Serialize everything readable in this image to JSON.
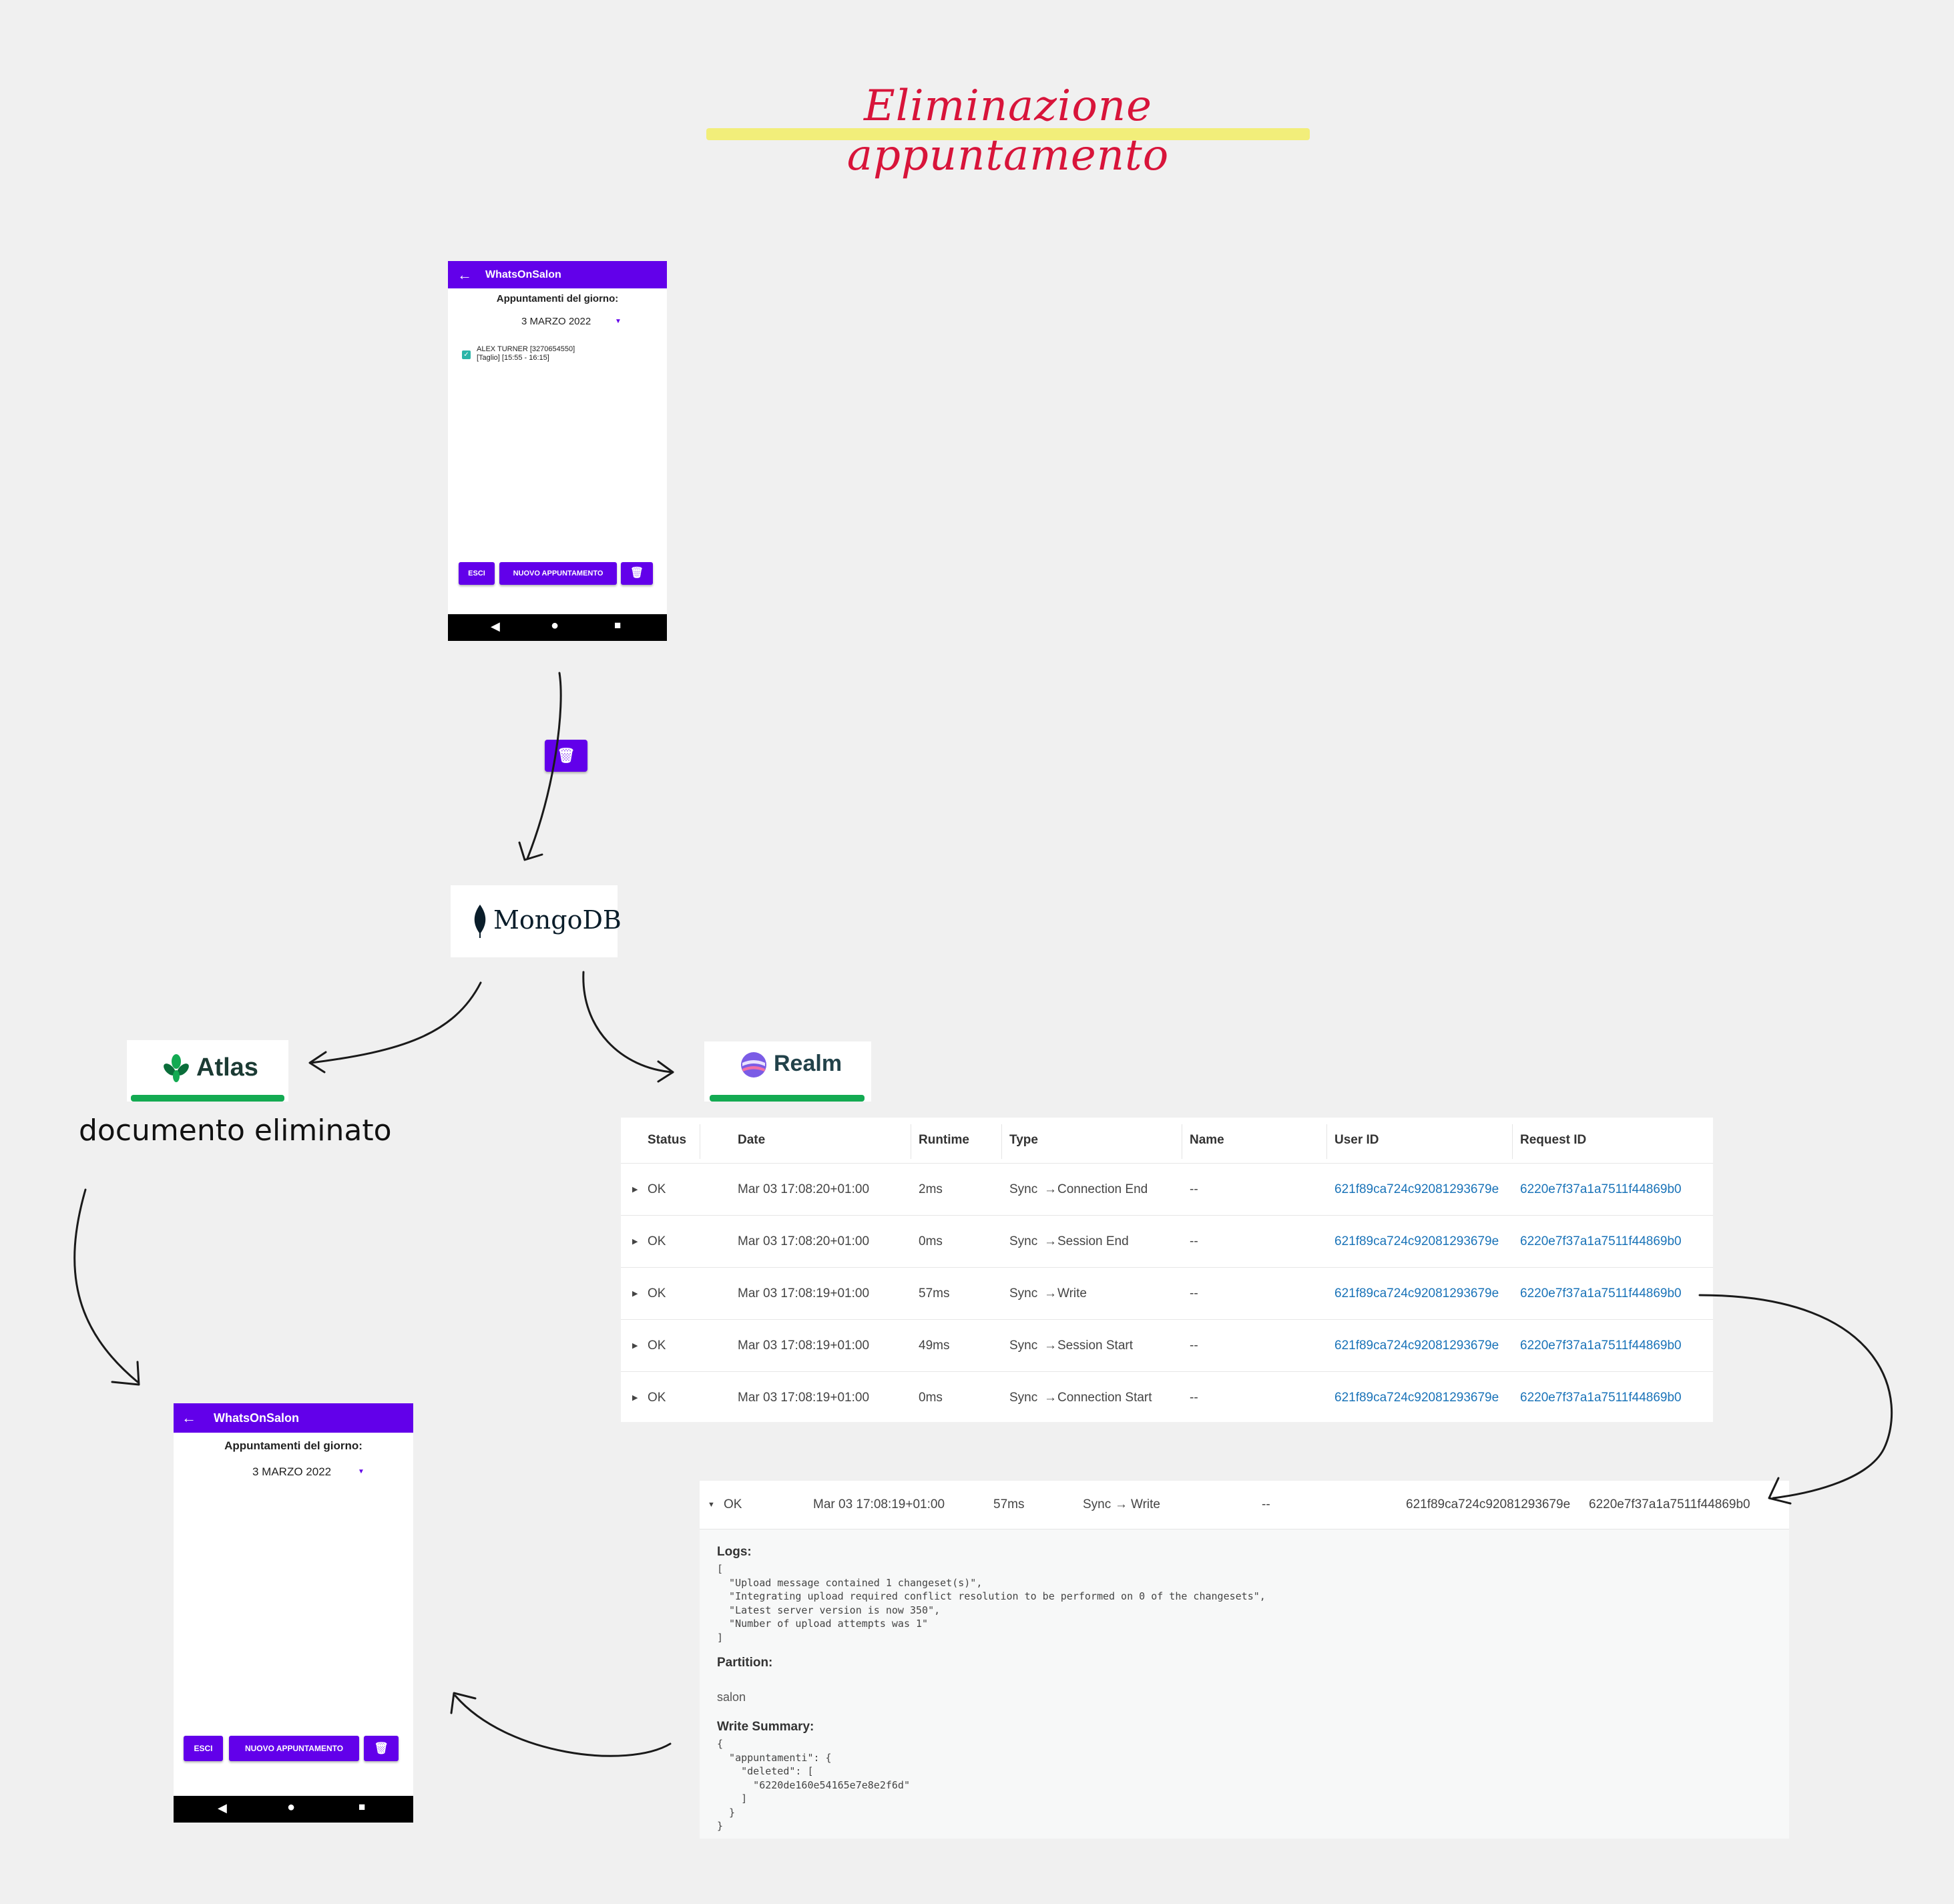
{
  "title": "Eliminazione appuntamento",
  "phone_top": {
    "app_title": "WhatsOnSalon",
    "heading": "Appuntamenti del giorno:",
    "date": "3 MARZO 2022",
    "item_line1": "ALEX TURNER [3270654550]",
    "item_line2": "[Taglio] [15:55 - 16:15]",
    "btn_exit": "ESCI",
    "btn_new": "NUOVO APPUNTAMENTO"
  },
  "phone_bottom": {
    "app_title": "WhatsOnSalon",
    "heading": "Appuntamenti del giorno:",
    "date": "3 MARZO 2022",
    "btn_exit": "ESCI",
    "btn_new": "NUOVO APPUNTAMENTO"
  },
  "logos": {
    "mongodb": "MongoDB",
    "atlas": "Atlas",
    "realm": "Realm"
  },
  "note": "documento eliminato",
  "log_table": {
    "headers": [
      "Status",
      "Date",
      "Runtime",
      "Type",
      "Name",
      "User ID",
      "Request ID"
    ],
    "rows": [
      {
        "status": "OK",
        "date": "Mar 03 17:08:20+01:00",
        "runtime": "2ms",
        "type_a": "Sync",
        "type_b": "Connection End",
        "name": "--",
        "user_id": "621f89ca724c92081293679e",
        "request_id": "6220e7f37a1a7511f44869b0"
      },
      {
        "status": "OK",
        "date": "Mar 03 17:08:20+01:00",
        "runtime": "0ms",
        "type_a": "Sync",
        "type_b": "Session End",
        "name": "--",
        "user_id": "621f89ca724c92081293679e",
        "request_id": "6220e7f37a1a7511f44869b0"
      },
      {
        "status": "OK",
        "date": "Mar 03 17:08:19+01:00",
        "runtime": "57ms",
        "type_a": "Sync",
        "type_b": "Write",
        "name": "--",
        "user_id": "621f89ca724c92081293679e",
        "request_id": "6220e7f37a1a7511f44869b0"
      },
      {
        "status": "OK",
        "date": "Mar 03 17:08:19+01:00",
        "runtime": "49ms",
        "type_a": "Sync",
        "type_b": "Session Start",
        "name": "--",
        "user_id": "621f89ca724c92081293679e",
        "request_id": "6220e7f37a1a7511f44869b0"
      },
      {
        "status": "OK",
        "date": "Mar 03 17:08:19+01:00",
        "runtime": "0ms",
        "type_a": "Sync",
        "type_b": "Connection Start",
        "name": "--",
        "user_id": "621f89ca724c92081293679e",
        "request_id": "6220e7f37a1a7511f44869b0"
      }
    ]
  },
  "detail": {
    "status": "OK",
    "date": "Mar 03 17:08:19+01:00",
    "runtime": "57ms",
    "type_a": "Sync",
    "type_b": "Write",
    "name": "--",
    "user_id": "621f89ca724c92081293679e",
    "request_id": "6220e7f37a1a7511f44869b0",
    "logs_label": "Logs:",
    "logs_text": "[\n  \"Upload message contained 1 changeset(s)\",\n  \"Integrating upload required conflict resolution to be performed on 0 of the changesets\",\n  \"Latest server version is now 350\",\n  \"Number of upload attempts was 1\"\n]",
    "partition_label": "Partition:",
    "partition_value": "salon",
    "write_summary_label": "Write Summary:",
    "write_summary_text": "{\n  \"appuntamenti\": {\n    \"deleted\": [\n      \"6220de160e54165e7e8e2f6d\"\n    ]\n  }\n}"
  },
  "colors": {
    "accent": "#6200ea",
    "title": "#d8143a",
    "highlight": "#f2ee7a",
    "link": "#1a73b8",
    "atlas_green": "#13aa52"
  },
  "icons": [
    "arrow-back-icon",
    "dropdown-icon",
    "checkbox-icon",
    "trash-icon",
    "nav-back-icon",
    "nav-home-icon",
    "nav-recents-icon",
    "mongodb-leaf-icon",
    "atlas-leaf-icon",
    "realm-icon",
    "row-expand-icon",
    "arrow-right-icon"
  ]
}
